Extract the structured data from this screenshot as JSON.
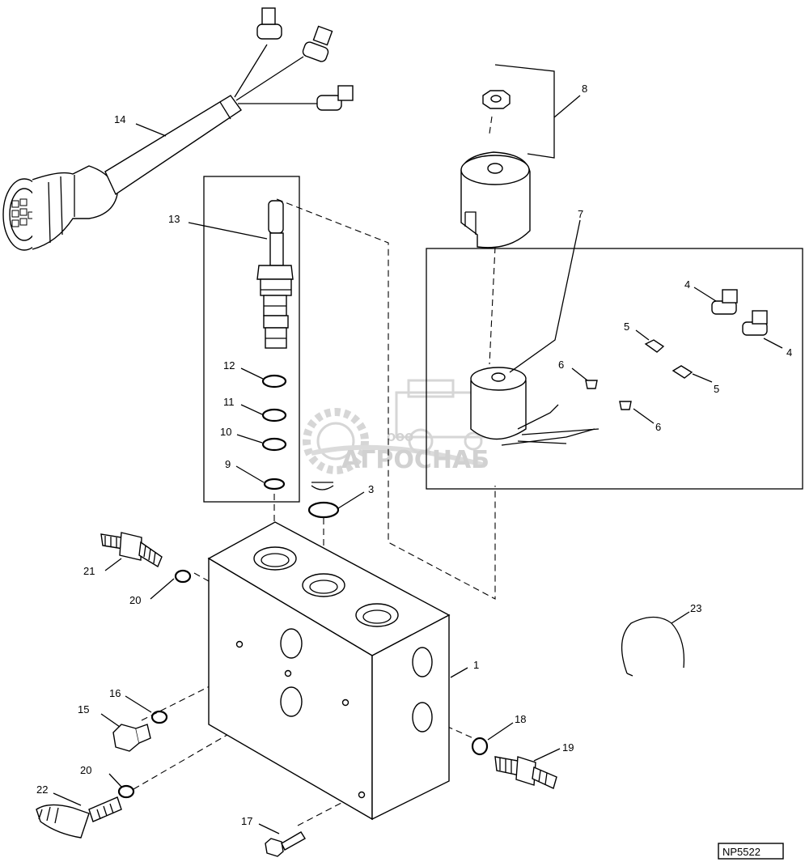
{
  "diagram_code": "NP5522",
  "watermark": {
    "company_form": "ООО",
    "company_name": "АГРОСНАБ"
  },
  "callouts": {
    "c1": "1",
    "c3": "3",
    "c4a": "4",
    "c4b": "4",
    "c5a": "5",
    "c5b": "5",
    "c6a": "6",
    "c6b": "6",
    "c7": "7",
    "c8": "8",
    "c9": "9",
    "c10": "10",
    "c11": "11",
    "c12": "12",
    "c13": "13",
    "c14": "14",
    "c15": "15",
    "c16": "16",
    "c17": "17",
    "c18": "18",
    "c19": "19",
    "c20a": "20",
    "c20b": "20",
    "c21": "21",
    "c22": "22",
    "c23": "23"
  }
}
